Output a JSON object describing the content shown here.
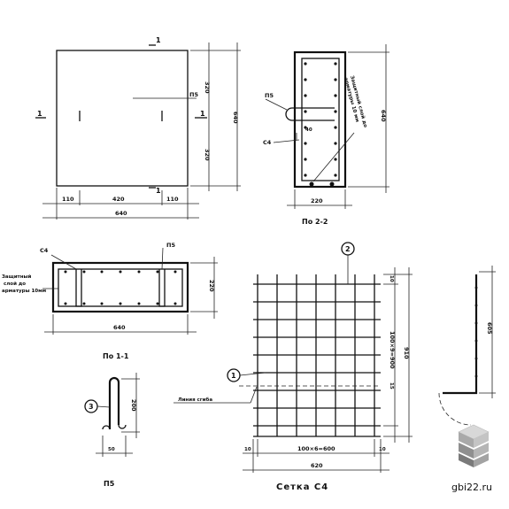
{
  "plan": {
    "section_mark_top": "1",
    "section_mark_bottom": "1",
    "section_left": "1",
    "section_right": "1",
    "mark_ref": "П5",
    "dim_width": "640",
    "dim_left": "110",
    "dim_mid": "420",
    "dim_right": "110",
    "dim_height": "640",
    "dim_half_top": "320",
    "dim_half_bottom": "320"
  },
  "section22": {
    "title": "По 2-2",
    "mark_p5": "П5",
    "mark_c4": "С4",
    "dim_40": "40",
    "cover_note_line1": "Защитный слой до",
    "cover_note_line2": "арматуры 10 мм",
    "dim_width": "220",
    "dim_height": "640"
  },
  "section11": {
    "title": "По 1-1",
    "mark_c4": "С4",
    "mark_p5": "П5",
    "cover_note_line1": "Защитный",
    "cover_note_line2": "слой до",
    "cover_note_line3": "арматуры 10мм",
    "dim_width": "640",
    "dim_height": "220"
  },
  "mesh": {
    "title": "Сетка С4",
    "callout_top": "2",
    "callout_left": "1",
    "bend_line_label": "Линия сгиба",
    "dim_bottom_total": "620",
    "dim_bottom_pitch": "100×6=600",
    "dim_bottom_edge_left": "10",
    "dim_bottom_edge_right": "10",
    "dim_right_total": "910",
    "dim_right_pitch": "100×9=900",
    "dim_right_top": "10",
    "dim_right_mid": "15"
  },
  "bent_bar": {
    "dim_height": "605"
  },
  "loop": {
    "title": "П5",
    "callout": "3",
    "dim_height": "200",
    "dim_width": "50"
  },
  "watermark": {
    "text": "gbi22.ru"
  }
}
